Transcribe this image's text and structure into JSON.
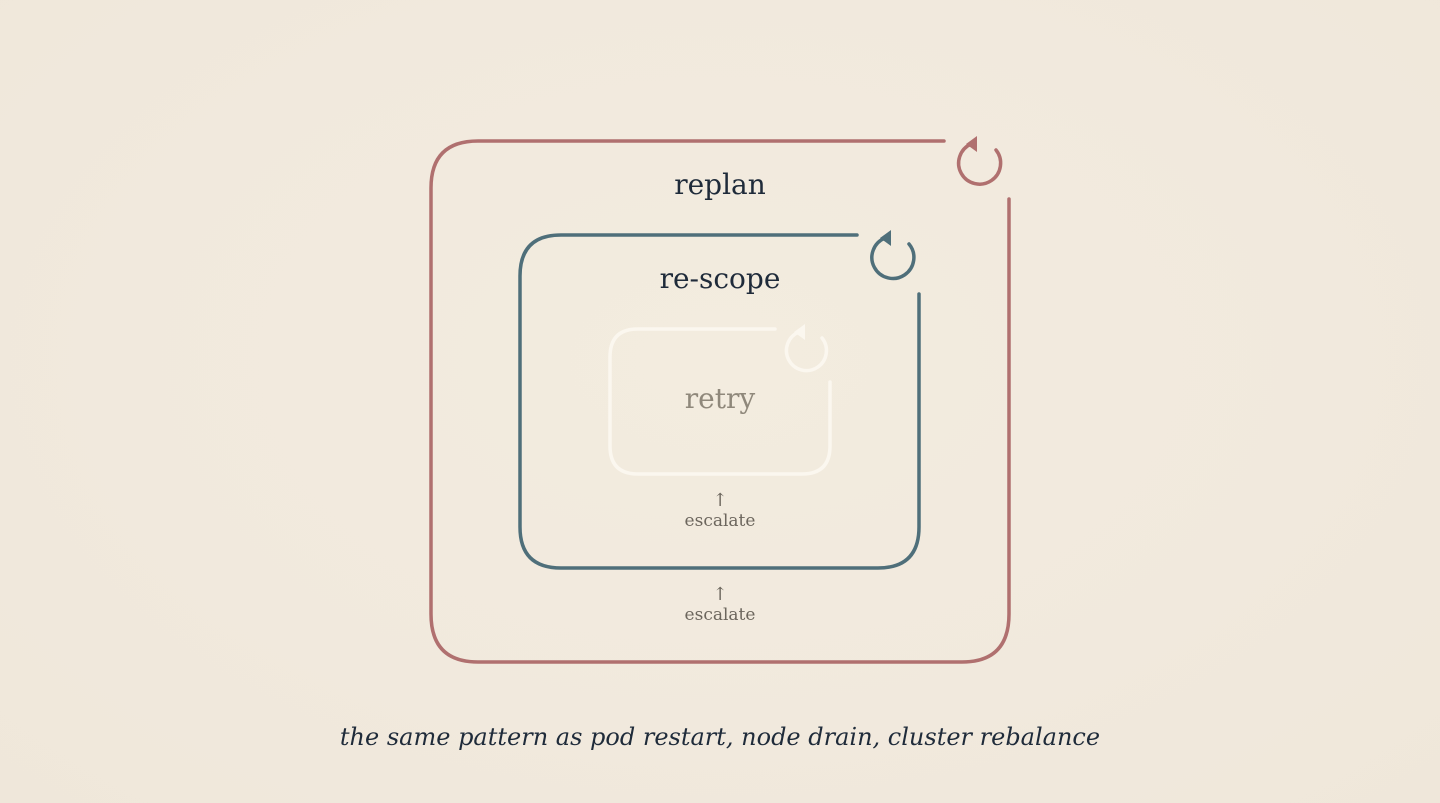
{
  "loops": {
    "outer": {
      "label": "replan",
      "color": "#b0706f",
      "icon": "cycle-icon"
    },
    "middle": {
      "label": "re-scope",
      "color": "#4f6f7a",
      "icon": "cycle-icon"
    },
    "inner": {
      "label": "retry",
      "color": "#fbf7ef",
      "icon": "cycle-icon"
    }
  },
  "escalations": {
    "inner_to_middle": {
      "arrow": "↑",
      "text": "escalate"
    },
    "middle_to_outer": {
      "arrow": "↑",
      "text": "escalate"
    }
  },
  "caption": "the same pattern as pod restart, node drain, cluster rebalance"
}
